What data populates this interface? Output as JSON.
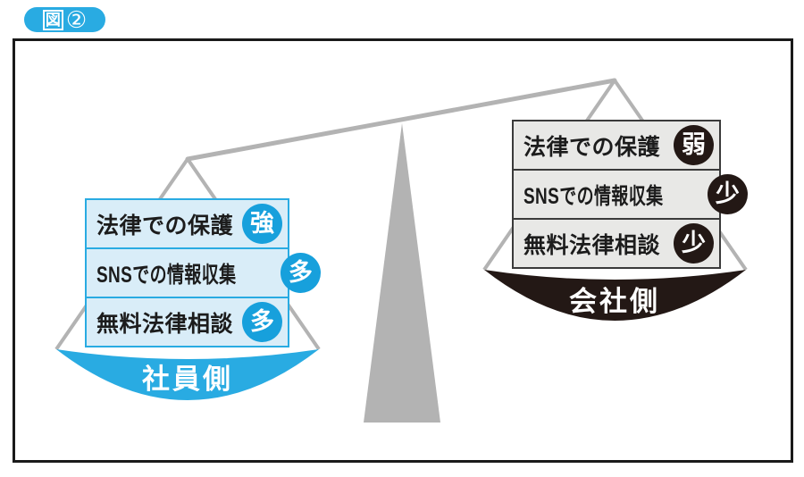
{
  "figure_tag": {
    "prefix": "図",
    "number": "②"
  },
  "diagram": {
    "type": "balance-scale",
    "tilt": "left-side-down",
    "left": {
      "side_label": "社員側",
      "items": [
        {
          "label": "法律での保護",
          "badge": "強"
        },
        {
          "label": "SNSでの情報収集",
          "badge": "多"
        },
        {
          "label": "無料法律相談",
          "badge": "多"
        }
      ]
    },
    "right": {
      "side_label": "会社側",
      "items": [
        {
          "label": "法律での保護",
          "badge": "弱"
        },
        {
          "label": "SNSでの情報収集",
          "badge": "少"
        },
        {
          "label": "無料法律相談",
          "badge": "少"
        }
      ]
    }
  },
  "colors": {
    "accent_blue": "#29abe2",
    "light_blue_bg": "#d9edf8",
    "dark_side": "#231815",
    "light_gray_bg": "#e8e8e6",
    "beam_gray": "#b3b3b3",
    "frame_border": "#1a1a1a"
  }
}
